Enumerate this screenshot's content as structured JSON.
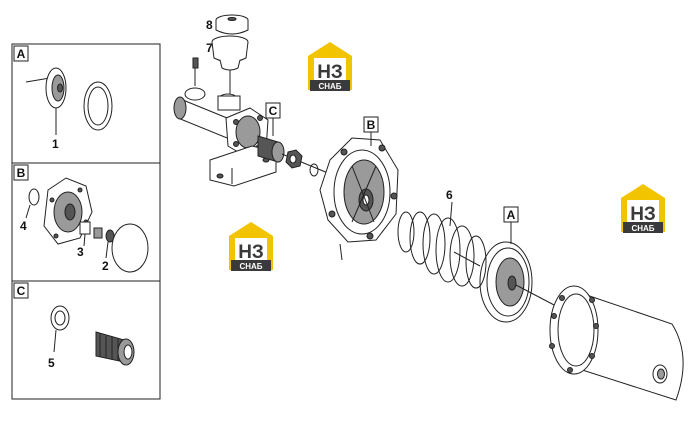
{
  "inset_boxes": [
    {
      "label": "A",
      "callouts": [
        "1"
      ]
    },
    {
      "label": "B",
      "callouts": [
        "4",
        "3",
        "2"
      ]
    },
    {
      "label": "C",
      "callouts": [
        "5"
      ]
    }
  ],
  "main_callouts": {
    "c8": "8",
    "c7": "7",
    "c6": "6",
    "flagA": "A",
    "flagB": "B",
    "flagC": "C"
  },
  "watermark": {
    "letters": "НЗ",
    "word": "СНАБ",
    "colors": {
      "yellow": "#f2c400",
      "dark": "#3a3a3a"
    }
  }
}
